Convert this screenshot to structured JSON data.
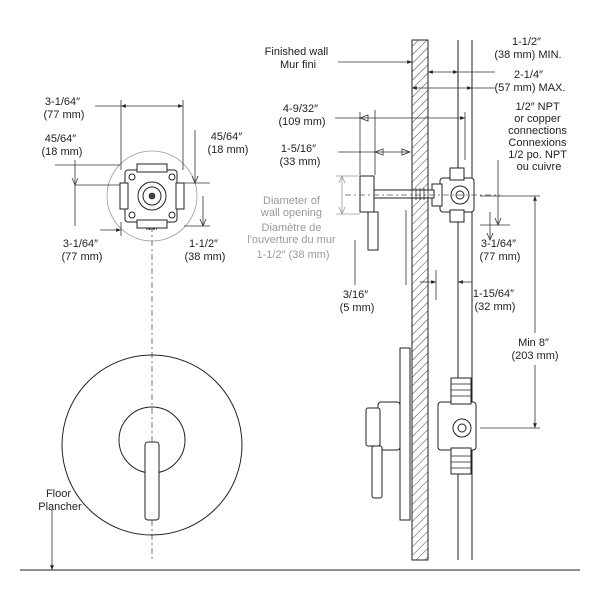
{
  "colors": {
    "line": "#222222",
    "muted": "#9a9a9a",
    "background": "#ffffff"
  },
  "front_view": {
    "top_width": [
      "3-1/64″",
      "(77 mm)"
    ],
    "left_offset": [
      "45/64″",
      "(18 mm)"
    ],
    "right_offset": [
      "45/64″",
      "(18 mm)"
    ],
    "bottom_width": [
      "3-1/64″",
      "(77 mm)"
    ],
    "bottom_right": [
      "1-1/2″",
      "(38 mm)"
    ],
    "valve_label": "INLET"
  },
  "side_view": {
    "finished_wall": [
      "Finished wall",
      "Mur fini"
    ],
    "wall_min": [
      "1-1/2″",
      "(38 mm) MIN."
    ],
    "wall_max": [
      "2-1/4″",
      "(57 mm) MAX."
    ],
    "depth": [
      "4-9/32″",
      "(109 mm)"
    ],
    "stem": [
      "1-5/16″",
      "(33 mm)"
    ],
    "connections": [
      "1/2″ NPT",
      "or copper",
      "connections",
      "Connexions",
      "1/2 po. NPT",
      "ou cuivre"
    ],
    "opening": [
      "Diameter of",
      "wall opening",
      "Diamètre de",
      "l'ouverture du mur",
      "1-1/2″ (38 mm)"
    ],
    "body_height": [
      "3-1/64″",
      "(77 mm)"
    ],
    "gap": [
      "3/16″",
      "(5 mm)"
    ],
    "center_offset": [
      "1-15/64″",
      "(32 mm)"
    ],
    "min_height": [
      "Min 8″",
      "(203 mm)"
    ]
  },
  "floor": [
    "Floor",
    "Plancher"
  ]
}
